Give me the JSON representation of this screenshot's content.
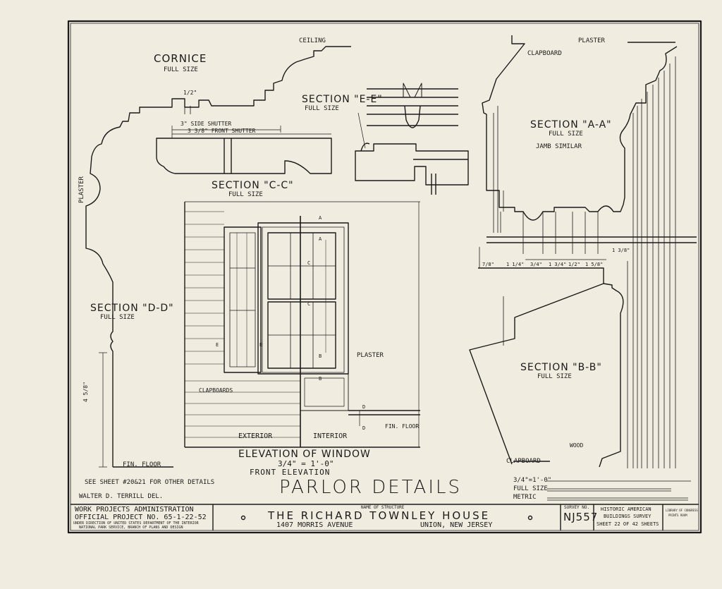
{
  "title": "PARLOR DETAILS",
  "sheet_ref_note": "SEE SHEET #20&21 FOR OTHER DETAILS",
  "delineator": "WALTER D. TERRILL DEL.",
  "cornice": {
    "title": "CORNICE",
    "scale": "FULL SIZE",
    "ceiling": "CEILING",
    "dim": "1/2\""
  },
  "section_cc": {
    "title": "SECTION \"C-C\"",
    "scale": "FULL SIZE",
    "side_shutter": "3\" SIDE SHUTTER",
    "front_shutter": "3 3/8\" FRONT SHUTTER"
  },
  "section_ee": {
    "title": "SECTION \"E-E\"",
    "scale": "FULL SIZE"
  },
  "section_dd": {
    "title": "SECTION \"D-D\"",
    "scale": "FULL SIZE",
    "plaster": "PLASTER",
    "fin_floor": "FIN. FLOOR",
    "dim": "4 5/8\""
  },
  "section_aa": {
    "title": "SECTION \"A-A\"",
    "scale": "FULL SIZE",
    "note": "JAMB SIMILAR",
    "plaster": "PLASTER",
    "clapboard": "CLAPBOARD"
  },
  "section_bb": {
    "title": "SECTION \"B-B\"",
    "scale": "FULL SIZE",
    "clapboard": "CLAPBOARD",
    "wood": "WOOD",
    "dims": [
      "7/8\"",
      "1 1/4\"",
      "3/4\"",
      "1 3/4\"",
      "1/2\"",
      "1 5/8\"",
      "1 3/8\""
    ]
  },
  "elevation": {
    "title": "ELEVATION OF WINDOW",
    "scale": "3/4\" = 1'-0\"",
    "subtitle": "FRONT ELEVATION",
    "exterior": "EXTERIOR",
    "interior": "INTERIOR",
    "plaster": "PLASTER",
    "clapboards": "CLAPBOARDS",
    "fin_floor": "FIN. FLOOR",
    "marks": [
      "A",
      "A",
      "B",
      "B",
      "C",
      "C",
      "D",
      "D",
      "E",
      "E"
    ]
  },
  "scale_bar": {
    "label_1": "3/4\"=1'-0\"",
    "label_2": "FULL SIZE",
    "label_3": "METRIC"
  },
  "title_block": {
    "agency_1": "WORK PROJECTS ADMINISTRATION",
    "agency_2": "OFFICIAL PROJECT NO. 65-1-22-52",
    "agency_3": "UNDER DIRECTION OF UNITED STATES DEPARTMENT OF THE INTERIOR",
    "agency_4": "NATIONAL PARK SERVICE, BRANCH OF PLANS AND DESIGN",
    "structure_caption": "NAME OF STRUCTURE",
    "structure_name": "THE RICHARD TOWNLEY HOUSE",
    "address": "1407 MORRIS AVENUE",
    "city": "UNION, NEW JERSEY",
    "survey_caption": "SURVEY NO.",
    "survey_no": "NJ557",
    "habs_1": "HISTORIC AMERICAN",
    "habs_2": "BUILDINGS SURVEY",
    "sheet": "SHEET 22 OF 42 SHEETS",
    "library_1": "LIBRARY OF CONGRESS",
    "library_2": "PRINTS ROOM"
  }
}
